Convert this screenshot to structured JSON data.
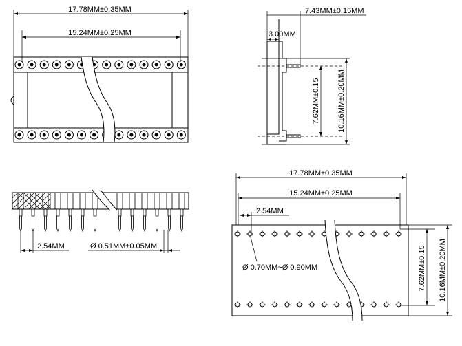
{
  "top_left": {
    "overall_width": "17.78MM±0.35MM",
    "row_spacing": "15.24MM±0.25MM"
  },
  "side_view": {
    "body_depth": "7.43MM±0.15MM",
    "pin_offset": "3.00MM",
    "pin_span_a": "7.62MM±0.15",
    "pin_span_b": "10.16MM±0.20MM"
  },
  "front_view": {
    "pitch": "2.54MM",
    "pin_diameter": "Ø 0.51MM±0.05MM"
  },
  "bottom_right": {
    "overall_width": "17.78MM±0.35MM",
    "row_spacing": "15.24MM±0.25MM",
    "pitch": "2.54MM",
    "hole_diameter": "Ø 0.70MM~Ø 0.90MM",
    "pin_span_a": "7.62MM±0.15",
    "pin_span_b": "10.16MM±0.20MM"
  },
  "colors": {
    "line": "#000000",
    "background": "#ffffff"
  }
}
